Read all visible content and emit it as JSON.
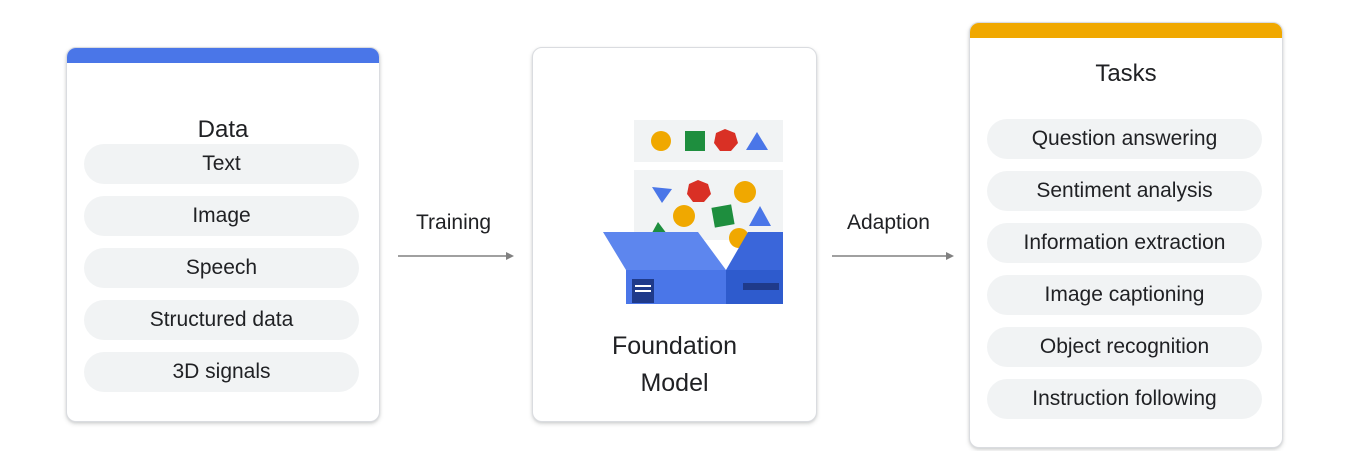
{
  "data_card": {
    "title": "Data",
    "accent_color": "#4a76e8",
    "items": [
      {
        "label": "Text"
      },
      {
        "label": "Image"
      },
      {
        "label": "Speech"
      },
      {
        "label": "Structured data"
      },
      {
        "label": "3D signals"
      }
    ]
  },
  "training": {
    "label": "Training"
  },
  "model": {
    "title_line1": "Foundation",
    "title_line2": "Model",
    "illustration": "open-box-with-shapes-icon"
  },
  "adaption": {
    "label": "Adaption"
  },
  "tasks_card": {
    "title": "Tasks",
    "accent_color": "#f0a800",
    "items": [
      {
        "label": "Question answering"
      },
      {
        "label": "Sentiment analysis"
      },
      {
        "label": "Information extraction"
      },
      {
        "label": "Image captioning"
      },
      {
        "label": "Object recognition"
      },
      {
        "label": "Instruction following"
      }
    ]
  },
  "colors": {
    "blue": "#4a76e8",
    "dark_blue": "#2e5bcd",
    "red": "#d93025",
    "green": "#1e8e3e",
    "yellow": "#f0a800",
    "pill_bg": "#f1f3f4",
    "arrow": "#808080"
  }
}
